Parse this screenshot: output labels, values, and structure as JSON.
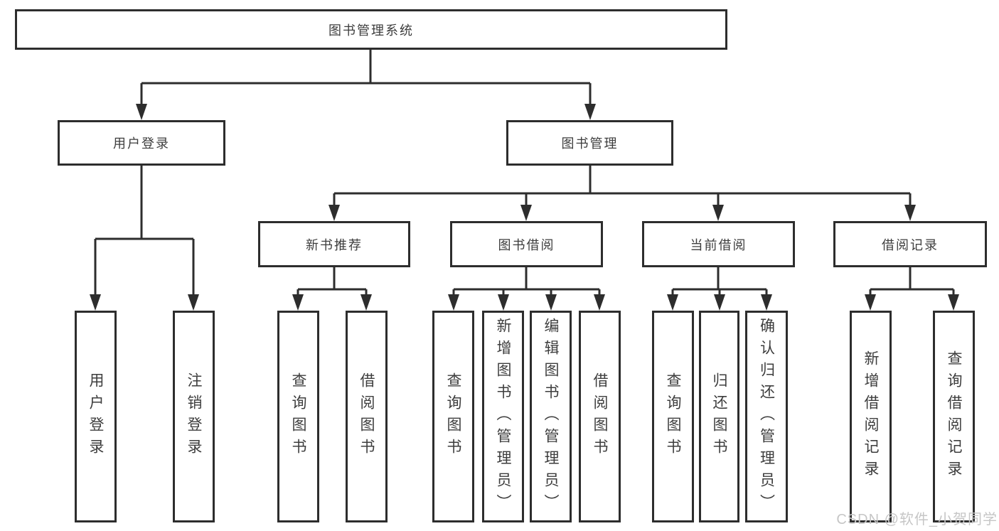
{
  "diagram": {
    "root_label": "图书管理系统",
    "level2": [
      {
        "label": "用户登录"
      },
      {
        "label": "图书管理"
      }
    ],
    "level3": [
      {
        "label": "新书推荐"
      },
      {
        "label": "图书借阅"
      },
      {
        "label": "当前借阅"
      },
      {
        "label": "借阅记录"
      }
    ],
    "leaves": {
      "user_login": [
        {
          "label": "用户登录"
        },
        {
          "label": "注销登录"
        }
      ],
      "new_book": [
        {
          "label": "查询图书"
        },
        {
          "label": "借阅图书"
        }
      ],
      "borrow": [
        {
          "label": "查询图书"
        },
        {
          "label": "新增图书（管理员）"
        },
        {
          "label": "编辑图书（管理员）"
        },
        {
          "label": "借阅图书"
        }
      ],
      "current": [
        {
          "label": "查询图书"
        },
        {
          "label": "归还图书"
        },
        {
          "label": "确认归还（管理员）"
        }
      ],
      "records": [
        {
          "label": "新增借阅记录"
        },
        {
          "label": "查询借阅记录"
        }
      ]
    }
  },
  "watermark": {
    "text": "CSDN @软件_小贺同学"
  },
  "colors": {
    "line": "#2d2d2d",
    "text": "#3d3d3d",
    "watermark": "#c6c6c6",
    "background": "#ffffff"
  }
}
